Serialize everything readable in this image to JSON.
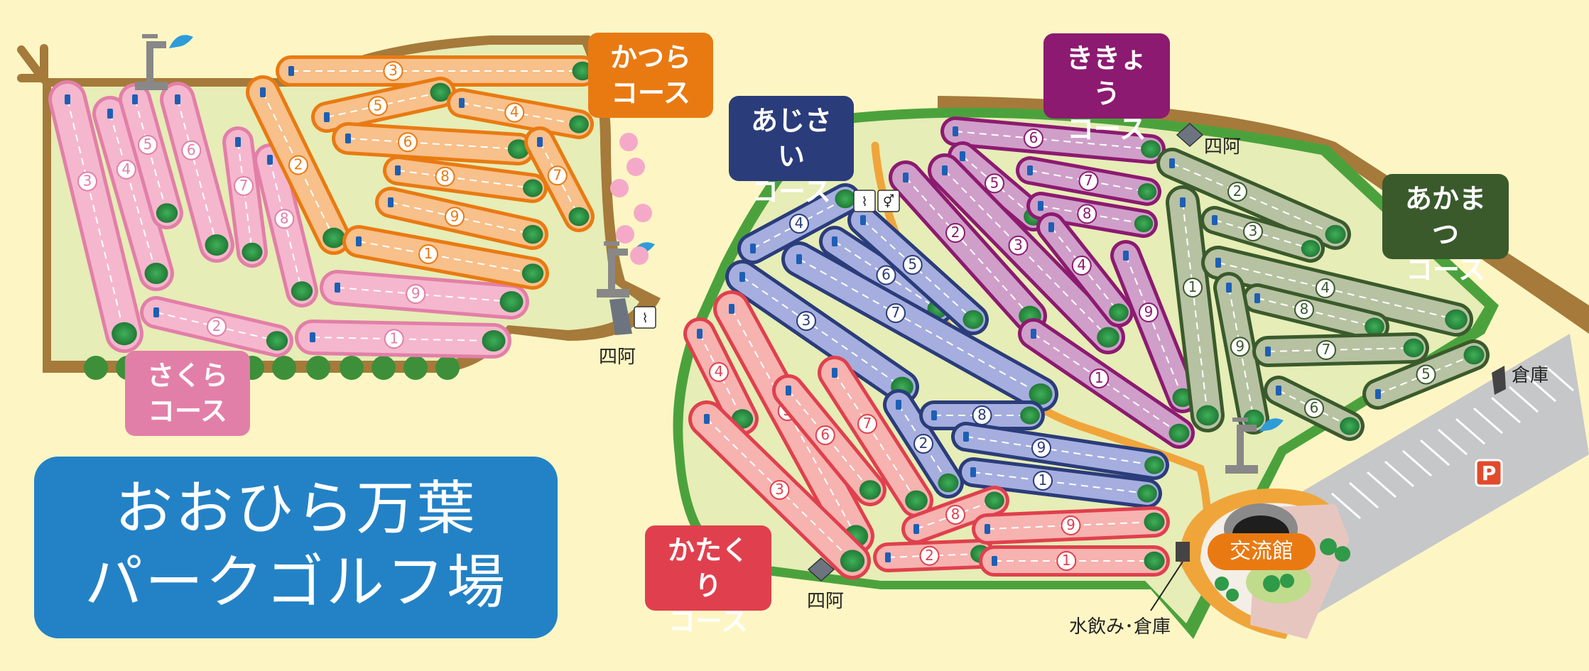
{
  "title": {
    "line1": "おおひら万葉",
    "line2": "パークゴルフ場"
  },
  "courses": {
    "sakura": {
      "line1": "さくら",
      "line2": "コース",
      "color": "#e27fa8",
      "hole_fill": "#f5b7cd"
    },
    "katsura": {
      "line1": "かつら",
      "line2": "コース",
      "color": "#e97a12",
      "hole_fill": "#f8c08a"
    },
    "ajisai": {
      "line1": "あじさい",
      "line2": "コース",
      "color": "#2a3c7a",
      "hole_fill": "#a5aede"
    },
    "kikyou": {
      "line1": "ききょう",
      "line2": "コース",
      "color": "#8c1a70",
      "hole_fill": "#cf9fc9"
    },
    "akamatsu": {
      "line1": "あかまつ",
      "line2": "コース",
      "color": "#3a5a2c",
      "hole_fill": "#b7c2a2"
    },
    "katakuri": {
      "line1": "かたくり",
      "line2": "コース",
      "color": "#e0404d",
      "hole_fill": "#f6b3b0"
    }
  },
  "hole_numbers": [
    "①",
    "②",
    "③",
    "④",
    "⑤",
    "⑥",
    "⑦",
    "⑧",
    "⑨"
  ],
  "poi": {
    "azumaya": "四阿",
    "soko": "倉庫",
    "kouryukan": "交流館",
    "mizunomi_soko": "水飲み･倉庫",
    "parking": "P"
  },
  "colors": {
    "background": "#fdf6c4",
    "grass": "#e6edb6",
    "border": "#a57a3a",
    "path": "#f0a53b",
    "green": "#2f9a48",
    "title_box": "#2382c6"
  },
  "icons": [
    "faucet-icon",
    "water-splash-icon",
    "smoking-icon",
    "restroom-icon",
    "gazebo-icon",
    "parking-icon",
    "tree-icon",
    "cherry-blossom-icon"
  ]
}
